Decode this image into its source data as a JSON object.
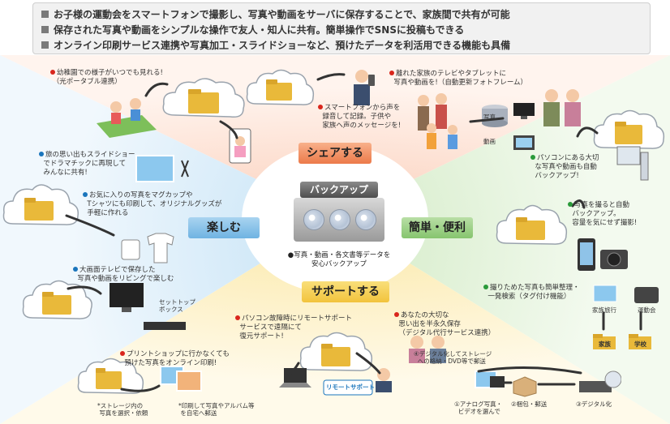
{
  "banner": {
    "lines": [
      "お子様の運動会をスマートフォンで撮影し、写真や動画をサーバに保存することで、家族間で共有が可能",
      "保存された写真や動画をシンプルな操作で友人・知人に共有。簡単操作でSNSに投稿もできる",
      "オンライン印刷サービス連携や写真加工・スライドショーなど、預けたデータを利活用できる機能も具備"
    ]
  },
  "center": {
    "share": "シェアする",
    "enjoy": "楽しむ",
    "easy": "簡単・便利",
    "support": "サポートする",
    "backup_title": "バックアップ",
    "backup_caption_1": "●写真・動画・各文書等データを",
    "backup_caption_2": "安心バックアップ"
  },
  "notes": {
    "kindergarten_1": "幼稚園での様子がいつでも見れる!",
    "kindergarten_2": "（光ポータブル連携）",
    "voice_1": "スマートフォンから声を",
    "voice_2": "録音して記録。子供や",
    "voice_3": "家族へ声のメッセージを!",
    "family_1": "離れた家族のテレビやタブレットに",
    "family_2": "写真や動画を!（自動更新フォトフレーム）",
    "photo_label": "写真",
    "video_label": "動画",
    "slideshow_1": "旅の思い出もスライドショー",
    "slideshow_2": "でドラマチックに再現して",
    "slideshow_3": "みんなに共有!",
    "goods_1": "お気に入りの写真をマグカップや",
    "goods_2": "Tシャツにも印刷して、オリジナルグッズが",
    "goods_3": "手軽に作れる",
    "pc_auto_1": "パソコンにある大切",
    "pc_auto_2": "な写真や動画も自動",
    "pc_auto_3": "バックアップ!",
    "shoot_1": "写真を撮ると自動",
    "shoot_2": "バックアップ。",
    "shoot_3": "容量を気にせず撮影!",
    "tv_1": "大画面テレビで保存した",
    "tv_2": "写真や動画をリビングで楽しむ",
    "stb_1": "セットトップ",
    "stb_2": "ボックス",
    "organize_1": "撮りためた写真も簡単整理・",
    "organize_2": "一発検索（タグ付け機能）",
    "tag_family_trip": "家族旅行",
    "tag_sports_day": "運動会",
    "folder_family": "家族",
    "folder_school": "学校",
    "remote_1": "パソコン故障時にリモートサポート",
    "remote_2": "サービスで遠隔にて",
    "remote_3": "復元サポート!",
    "archive_1": "あなたの大切な",
    "archive_2": "思い出を半永久保存",
    "archive_3": "（デジタル代行サービス連携）",
    "print_1": "プリントショップに行かなくても",
    "print_2": "預けた写真をオンライン印刷!",
    "step4_1": "④デジタル化してストレージ",
    "step4_2": "への格納・DVD等で郵送",
    "select_1": "*ストレージ内の",
    "select_2": "写真を選択・依頼",
    "mail_1": "*印刷して写真やアルバム等",
    "mail_2": "を自宅へ郵送",
    "step1_1": "①アナログ写真・",
    "step1_2": "ビデオを選んで",
    "step2": "②梱包・郵送",
    "step3": "③デジタル化",
    "remote_badge": "リモートサポート"
  },
  "colors": {
    "share_bg": "#fde3d6",
    "enjoy_bg": "#dbeefa",
    "easy_bg": "#e3f2da",
    "support_bg": "#fdf3cf",
    "red_dot": "#d9261c",
    "folder": "#e9b93a"
  }
}
